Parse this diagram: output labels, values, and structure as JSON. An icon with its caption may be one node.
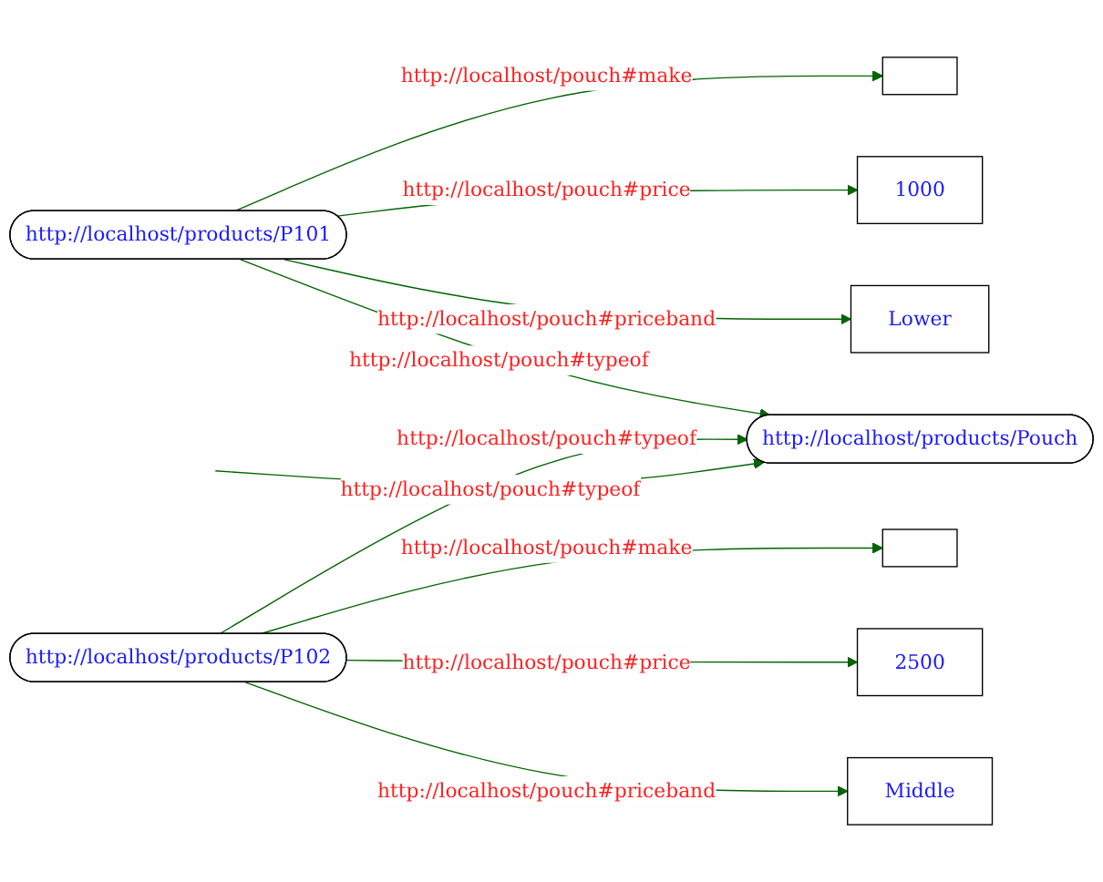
{
  "diagram": {
    "nodes": [
      {
        "text": [
          "http://localhost/products/P101"
        ]
      },
      {
        "text": [],
        "shape": "box"
      },
      {
        "text": [
          "1000"
        ]
      },
      {
        "text": [
          "Lower"
        ]
      },
      {
        "text": [],
        "shape": "box"
      },
      {
        "text": [
          "2500"
        ]
      },
      {
        "text": [
          "Middle"
        ]
      },
      {
        "text": [
          "http://localhost/products/P102"
        ]
      },
      {
        "text": [
          "http://localhost/products/Pouch"
        ]
      }
    ],
    "edges": [
      {
        "from": 0,
        "to": 1,
        "arrow": "to",
        "label": "http://localhost/pouch#make"
      },
      {
        "from": 0,
        "to": 2,
        "arrow": "to",
        "label": "http://localhost/pouch#price"
      },
      {
        "from": 0,
        "to": 3,
        "arrow": "to",
        "label": "http://localhost/pouch#priceband"
      },
      {
        "from": 0,
        "to": 8,
        "arrow": "to",
        "label": "http://localhost/pouch#typeof"
      },
      {
        "from": 7,
        "to": 4,
        "arrow": "to",
        "label": "http://localhost/pouch#make"
      },
      {
        "from": 7,
        "to": 5,
        "arrow": "to",
        "label": "http://localhost/pouch#price"
      },
      {
        "from": 7,
        "to": 6,
        "arrow": "to",
        "label": "http://localhost/pouch#priceband"
      },
      {
        "from": 7,
        "to": 8,
        "arrow": "to",
        "label": "http://localhost/pouch#typeof"
      },
      {
        "from": null,
        "to": 8,
        "arrow": "to",
        "label": "http://localhost/pouch#typeof"
      }
    ]
  }
}
